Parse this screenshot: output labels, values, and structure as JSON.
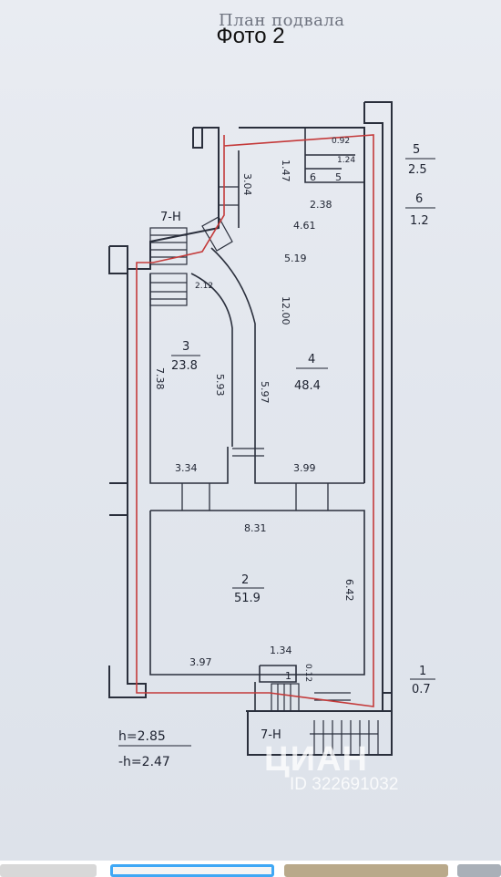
{
  "caption": "Фото 2",
  "plan": {
    "title": "План подвала",
    "rooms": [
      {
        "number": "2",
        "area": "51.9"
      },
      {
        "number": "3",
        "area": "23.8"
      },
      {
        "number": "4",
        "area": "48.4"
      },
      {
        "number": "5",
        "area": "2.5"
      },
      {
        "number": "6",
        "area": "1.2"
      },
      {
        "number": "1",
        "area": "0.7"
      }
    ],
    "stairs": [
      "7-Н",
      "7-Н"
    ],
    "small_rooms": [
      "6",
      "5",
      "1"
    ],
    "dimensions": [
      "3.04",
      "1.47",
      "0.92",
      "1.24",
      "2.38",
      "4.61",
      "5.19",
      "2.12",
      "12.00",
      "7.38",
      "5.93",
      "5.97",
      "3.34",
      "3.99",
      "8.31",
      "6.42",
      "3.97",
      "1.34",
      "0.12"
    ],
    "heights": [
      "h=2.85",
      "-h=2.47"
    ]
  },
  "watermark": {
    "brand": "ЦИАН",
    "id": "ID 322691032"
  },
  "colors": {
    "wall": "#2a2f3c",
    "boundary": "#c43a3a",
    "thumb_selected": "#3fa8f5"
  }
}
